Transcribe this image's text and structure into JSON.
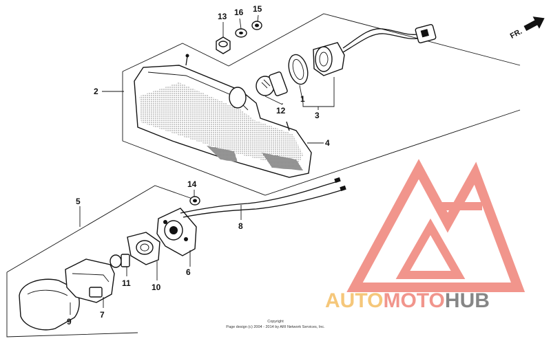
{
  "diagram": {
    "direction_label": "FR.",
    "callouts": {
      "c1": "1",
      "c2": "2",
      "c3": "3",
      "c4": "4",
      "c5": "5",
      "c6": "6",
      "c7": "7",
      "c8": "8",
      "c9": "9",
      "c10": "10",
      "c11": "11",
      "c12": "12",
      "c13": "13",
      "c14": "14",
      "c15": "15",
      "c16": "16"
    },
    "copyright_line1": "Copyright",
    "copyright_line2": "Page design (c) 2004 - 2014 by ARI Network Services, Inc."
  },
  "watermark": {
    "word_part1": "AUTO",
    "word_part2": "MOTO",
    "word_part3": "HUB",
    "colors": {
      "auto": "#f5c16c",
      "moto": "#f08a80",
      "hub": "#7a7a7a",
      "triangle": "#f08a80"
    }
  }
}
